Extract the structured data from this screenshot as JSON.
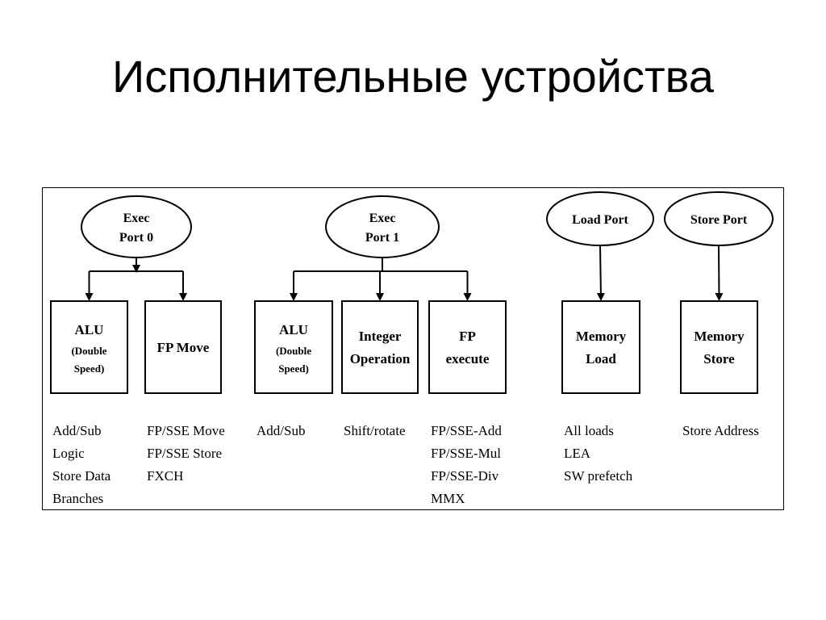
{
  "title": "Исполнительные устройства",
  "ports": [
    {
      "id": "exec0",
      "lines": [
        "Exec",
        "Port 0"
      ]
    },
    {
      "id": "exec1",
      "lines": [
        "Exec",
        "Port 1"
      ]
    },
    {
      "id": "load",
      "lines": [
        "Load Port"
      ]
    },
    {
      "id": "store",
      "lines": [
        "Store Port"
      ]
    }
  ],
  "units": [
    {
      "id": "alu0",
      "port": "exec0",
      "lines": [
        "ALU"
      ],
      "sub": [
        "(Double",
        "Speed)"
      ],
      "ops": [
        "Add/Sub",
        "Logic",
        "Store Data",
        "Branches"
      ]
    },
    {
      "id": "fpmove",
      "port": "exec0",
      "lines": [
        "FP Move"
      ],
      "sub": [],
      "ops": [
        "FP/SSE Move",
        "FP/SSE Store",
        "FXCH"
      ]
    },
    {
      "id": "alu1",
      "port": "exec1",
      "lines": [
        "ALU"
      ],
      "sub": [
        "(Double",
        "Speed)"
      ],
      "ops": [
        "Add/Sub"
      ]
    },
    {
      "id": "intop",
      "port": "exec1",
      "lines": [
        "Integer",
        "Operation"
      ],
      "sub": [],
      "ops": [
        "Shift/rotate"
      ]
    },
    {
      "id": "fpexec",
      "port": "exec1",
      "lines": [
        "FP",
        "execute"
      ],
      "sub": [],
      "ops": [
        "FP/SSE-Add",
        "FP/SSE-Mul",
        "FP/SSE-Div",
        "MMX"
      ]
    },
    {
      "id": "memload",
      "port": "load",
      "lines": [
        "Memory",
        "Load"
      ],
      "sub": [],
      "ops": [
        "All loads",
        "LEA",
        "SW prefetch"
      ]
    },
    {
      "id": "memstore",
      "port": "store",
      "lines": [
        "Memory",
        "Store"
      ],
      "sub": [],
      "ops": [
        "Store Address"
      ]
    }
  ]
}
